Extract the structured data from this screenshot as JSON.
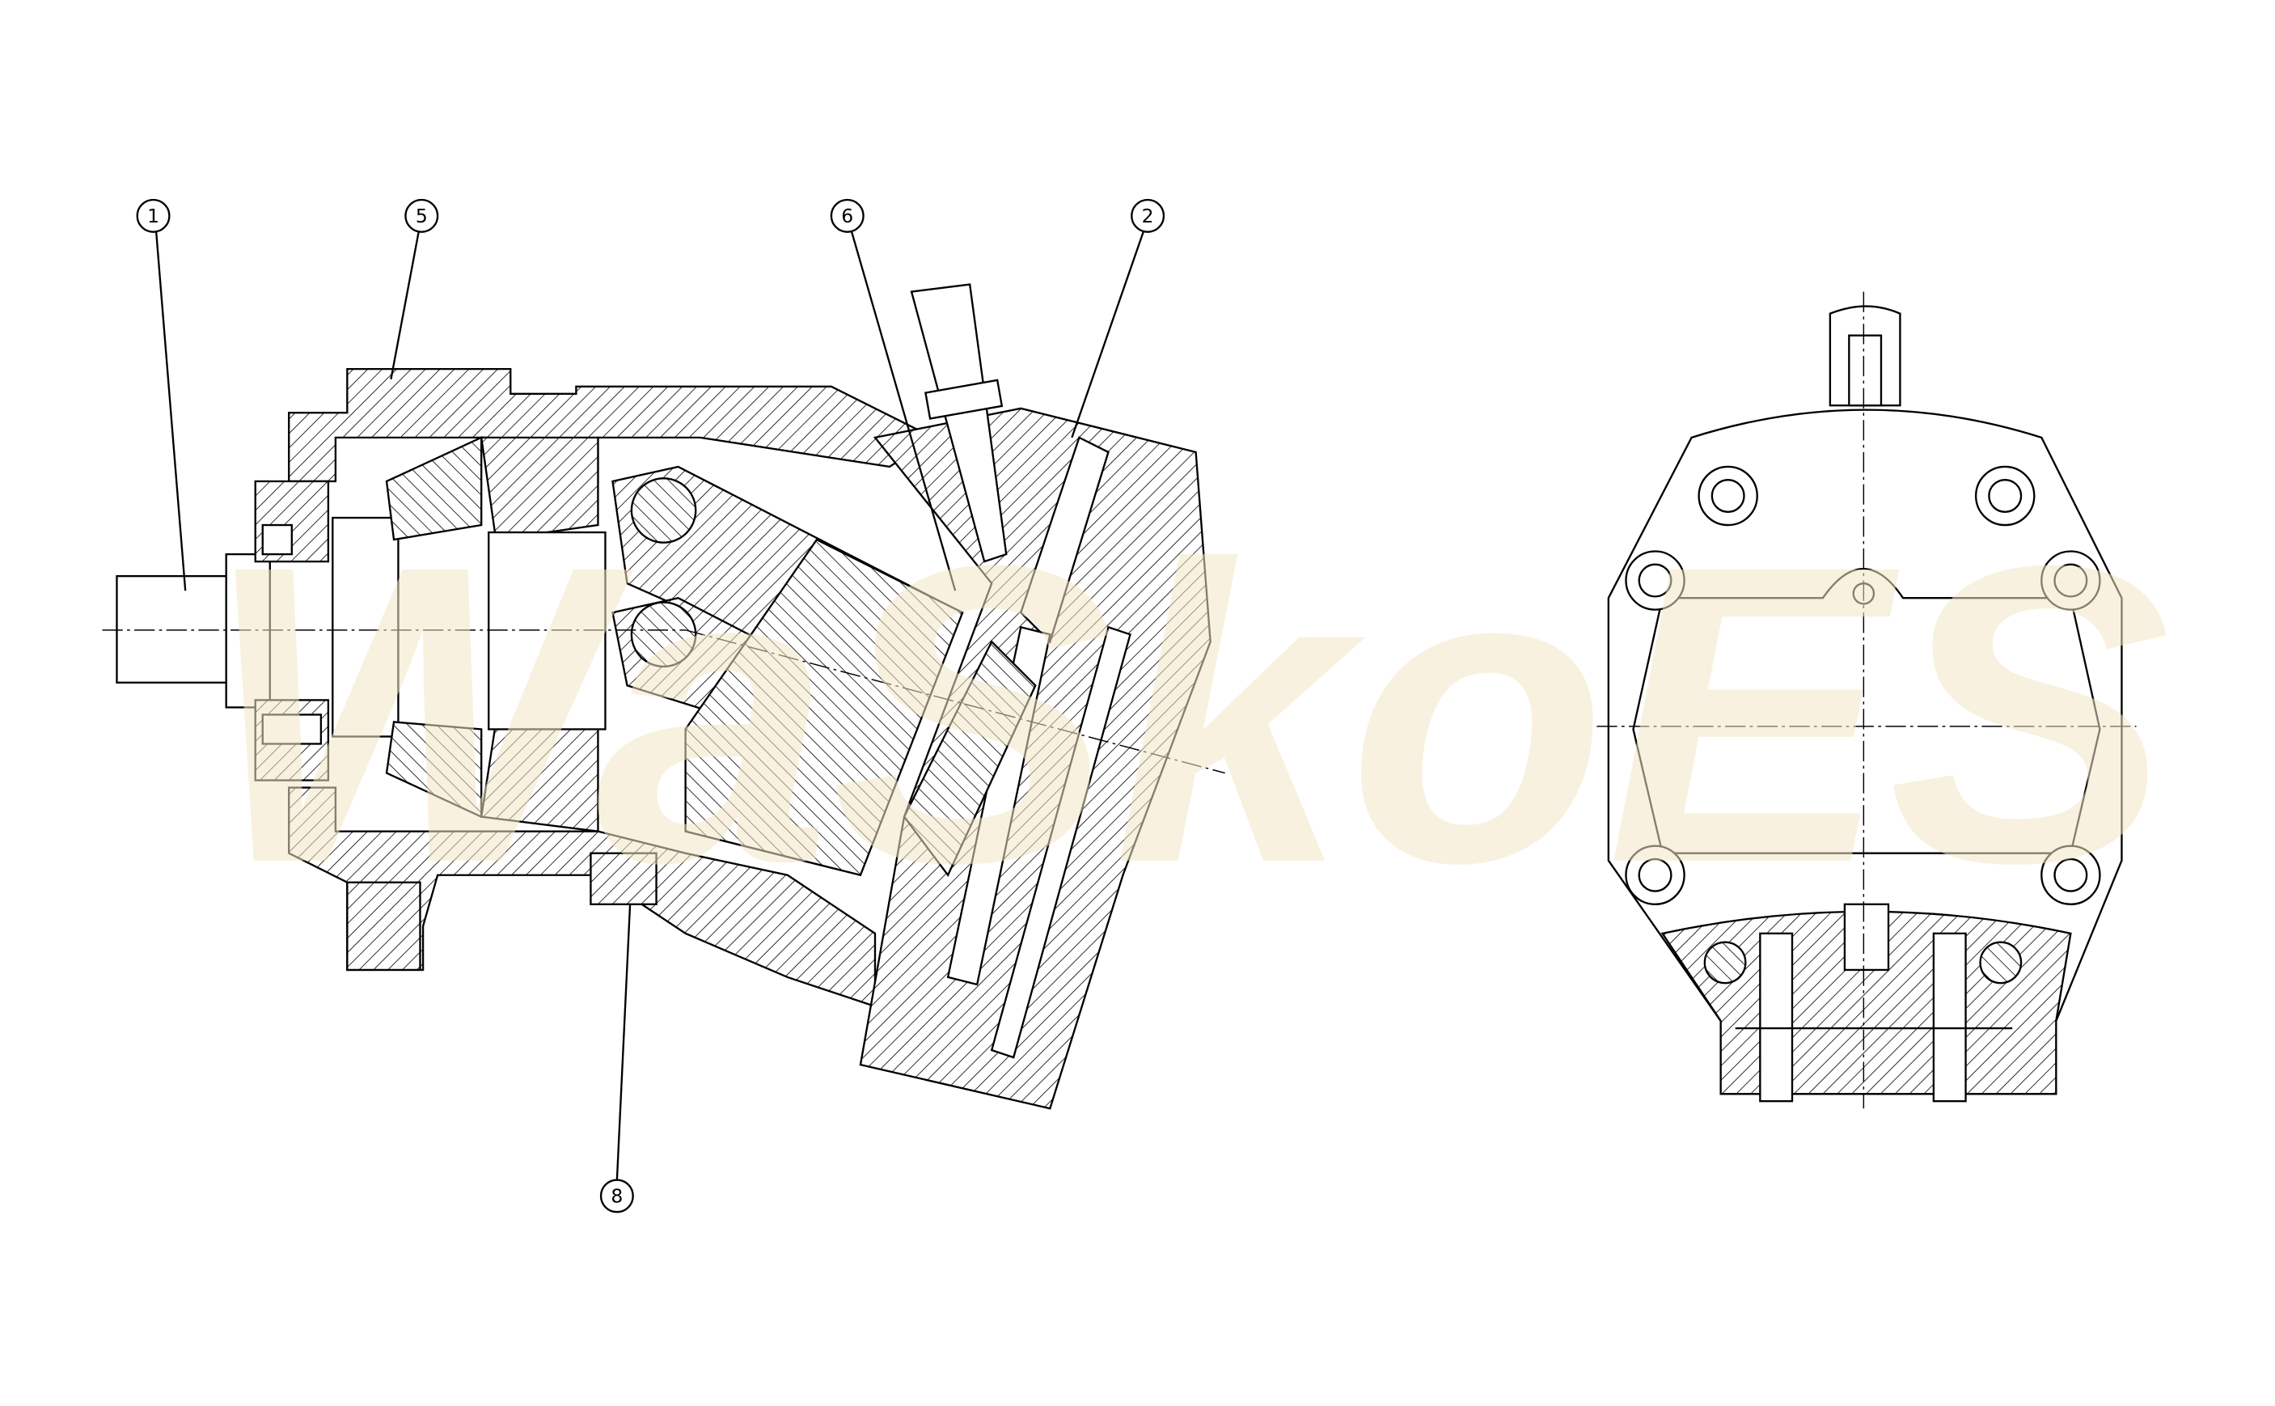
{
  "drawing": {
    "title": "Hydraulic axial piston motor sectional drawing",
    "watermark": "WaSkoES",
    "callouts": [
      {
        "id": "1",
        "label": "1"
      },
      {
        "id": "5",
        "label": "5"
      },
      {
        "id": "6",
        "label": "6"
      },
      {
        "id": "2",
        "label": "2"
      },
      {
        "id": "8",
        "label": "8"
      }
    ]
  }
}
